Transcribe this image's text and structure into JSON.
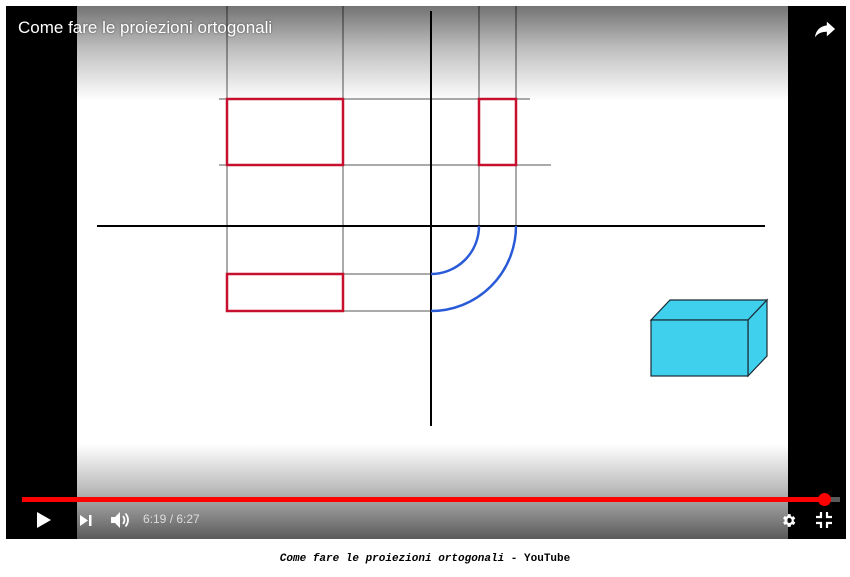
{
  "player": {
    "title": "Come fare le proiezioni ortogonali",
    "share_icon": "share-arrow-icon",
    "controls": {
      "play_icon": "play-icon",
      "next_icon": "next-icon",
      "volume_icon": "volume-icon",
      "settings_icon": "gear-icon",
      "exit_fullscreen_icon": "exit-fullscreen-icon",
      "current_time": "6:19",
      "duration": "6:27",
      "time_display": "6:19 / 6:27"
    },
    "progress": {
      "played_fraction": 0.98,
      "played_color": "#ff0000"
    }
  },
  "colors": {
    "projection_outline": "#c8102e",
    "arc": "#2a5bd7",
    "cube_face": "#3fd0ee"
  },
  "caption": {
    "title": "Come fare le proiezioni ortogonali",
    "separator": " - ",
    "site": "YouTube"
  }
}
